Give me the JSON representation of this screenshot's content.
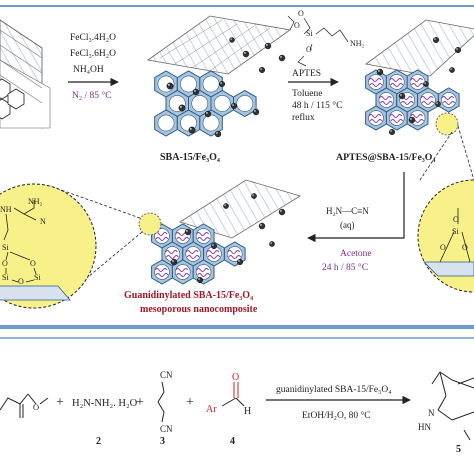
{
  "step1": {
    "reagent_1": "FeCl₃.4H₂O",
    "reagent_2": "FeCl₃.6H₂O",
    "reagent_3": "NH₄OH",
    "condition": "N₂ / 85 °C"
  },
  "product_sba": "SBA-15/Fe₃O₄",
  "step2": {
    "reagent_name": "APTES",
    "solvent": "Toluene",
    "time_temp": "48 h / 115 °C",
    "mode": "reflux",
    "aptes_struct": {
      "o_top": "O",
      "si": "Si",
      "o_mid": "O",
      "o_bottom": "O",
      "nh2": "NH₂"
    }
  },
  "product_aptes": "APTES@SBA-15/Fe₃O₄",
  "step3": {
    "cyanamide": "H₂N—C≡N",
    "phase": "(aq)",
    "solvent": "Acetone",
    "time_temp": "24 h / 85 °C"
  },
  "product_final": {
    "line1": "Guanidinylated SBA-15/Fe₃O₄",
    "line2": "mesoporous nanocomposite"
  },
  "zoom_left": {
    "nh2": "NH₂",
    "nh": "NH",
    "n": "N",
    "si_top": "Si",
    "o_a": "O",
    "o_b": "O",
    "o_c": "O",
    "si_left": "Si",
    "si_right": "Si"
  },
  "zoom_right": {
    "o_top": "O",
    "si": "Si",
    "o_left": "O",
    "o_right": "O"
  },
  "reaction": {
    "plus1": "+",
    "hydrazine": "H₂N-NH₂. H₂O",
    "plus2": "+",
    "malononitrile_cn": "CN",
    "plus3": "+",
    "aldehyde_ar": "Ar",
    "aldehyde_h": "H",
    "aldehyde_o": "O",
    "catalyst": "guanidinylated SBA-15/Fe₃O₄",
    "conditions": "EtOH/H₂O, 80 °C",
    "num_2": "2",
    "num_3": "3",
    "num_4": "4",
    "num_5": "5",
    "product_n": "N",
    "product_hn": "HN"
  },
  "colors": {
    "hexagon_fill": "#a9c3db",
    "panel_border": "#6a9bd3",
    "zoom_fill": "#f8f088",
    "condition_purple": "#7a2e8a",
    "label_red": "#a0182a",
    "aldehyde_red": "#d0202a",
    "wavy_purple": "#8b3aa8"
  }
}
